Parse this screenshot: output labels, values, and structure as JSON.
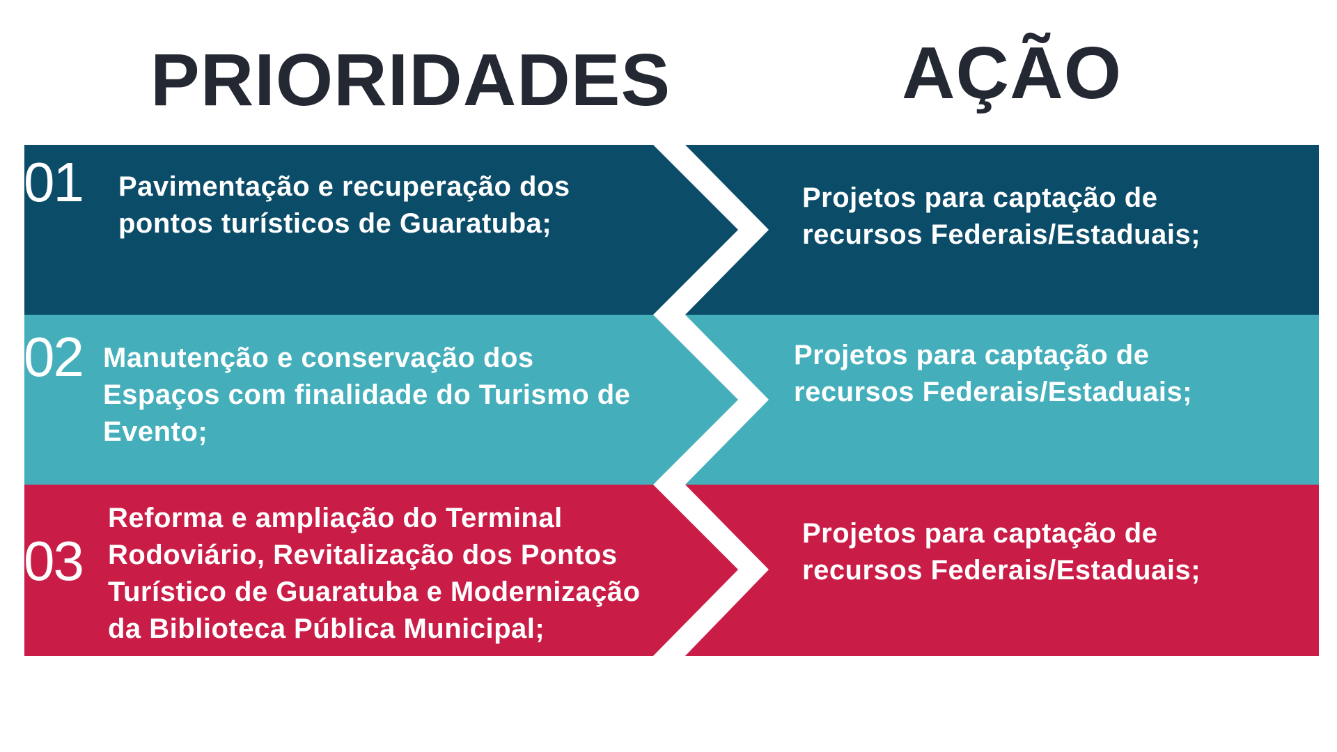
{
  "headers": {
    "left": "PRIORIDADES",
    "right": "AÇÃO"
  },
  "colors": {
    "header_text": "#232833",
    "row1": "#0b4c69",
    "row2": "#44aebb",
    "row3": "#c91d47",
    "text": "#ffffff"
  },
  "rows": [
    {
      "number": "01",
      "priority_lines": [
        "Pavimentação e recuperação dos",
        "pontos turísticos de Guaratuba;"
      ],
      "action_lines": [
        "Projetos para captação de",
        "recursos Federais/Estaduais;"
      ]
    },
    {
      "number": "02",
      "priority_lines": [
        "Manutenção e conservação dos",
        "Espaços com finalidade do Turismo de",
        "Evento;"
      ],
      "action_lines": [
        "Projetos para captação de",
        "recursos Federais/Estaduais;"
      ]
    },
    {
      "number": "03",
      "priority_lines": [
        "Reforma e ampliação do Terminal",
        "Rodoviário, Revitalização dos Pontos",
        "Turístico de Guaratuba e Modernização",
        "da Biblioteca Pública Municipal;"
      ],
      "action_lines": [
        "Projetos para captação de",
        "recursos Federais/Estaduais;"
      ]
    }
  ]
}
